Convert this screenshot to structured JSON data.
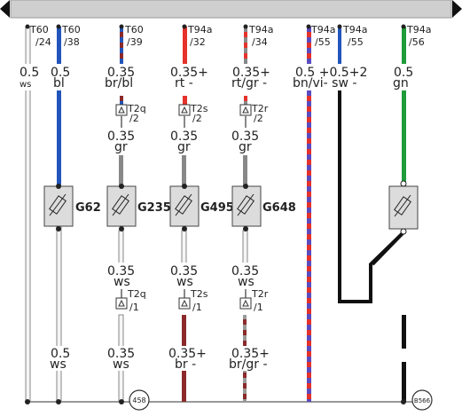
{
  "colors": {
    "ws": "#f2f2f2",
    "bl": "#2255bb",
    "br": "#8b2a2a",
    "rt": "#e5322a",
    "gr": "#888888",
    "gn": "#1f9b3a",
    "vi": "#5a4bbf",
    "sw": "#111111",
    "box": "#dcdcdc",
    "topbar": "#cfcfcf"
  },
  "top_connectors": [
    {
      "id": "c1",
      "pin": "T60",
      "sub": "/24"
    },
    {
      "id": "c2",
      "pin": "T60",
      "sub": "/38"
    },
    {
      "id": "c3",
      "pin": "T60",
      "sub": "/39"
    },
    {
      "id": "c4",
      "pin": "T94a",
      "sub": "/32"
    },
    {
      "id": "c5",
      "pin": "T94a",
      "sub": "/34"
    },
    {
      "id": "c6",
      "pin": "T94a",
      "sub": "/55"
    },
    {
      "id": "c7",
      "pin": "T94a",
      "sub": "/55"
    },
    {
      "id": "c8",
      "pin": "T94a",
      "sub": "/56"
    }
  ],
  "upper_wire_labels": [
    {
      "id": "w1",
      "size": "0.5",
      "color": "ws"
    },
    {
      "id": "w2",
      "size": "0.5",
      "color": "bl"
    },
    {
      "id": "w3",
      "size": "0.35",
      "color": "br/bl"
    },
    {
      "id": "w4",
      "size": "0.35+",
      "color": "rt  -"
    },
    {
      "id": "w5",
      "size": "0.35+",
      "color": "rt/gr -"
    },
    {
      "id": "w6",
      "size": "0.5 +0.5+2",
      "color": "bn/vi- sw  -"
    },
    {
      "id": "w8",
      "size": "0.5",
      "color": "gn"
    }
  ],
  "upper_plugs": [
    {
      "id": "p3",
      "name": "T2q",
      "pin": "/2"
    },
    {
      "id": "p4",
      "name": "T2s",
      "pin": "/2"
    },
    {
      "id": "p5",
      "name": "T2r",
      "pin": "/2"
    }
  ],
  "mid_wire_labels": [
    {
      "id": "m3",
      "size": "0.35",
      "color": "gr"
    },
    {
      "id": "m4",
      "size": "0.35",
      "color": "gr"
    },
    {
      "id": "m5",
      "size": "0.35",
      "color": "gr"
    }
  ],
  "components": [
    {
      "id": "g1",
      "name": "G62"
    },
    {
      "id": "g2",
      "name": "G235"
    },
    {
      "id": "g3",
      "name": "G495"
    },
    {
      "id": "g4",
      "name": "G648"
    },
    {
      "id": "g5",
      "name": ""
    }
  ],
  "lower_wire_labels": [
    {
      "id": "l3",
      "size": "0.35",
      "color": "ws"
    },
    {
      "id": "l4",
      "size": "0.35",
      "color": "ws"
    },
    {
      "id": "l5",
      "size": "0.35",
      "color": "ws"
    }
  ],
  "lower_plugs": [
    {
      "id": "q3",
      "name": "T2q",
      "pin": "/1"
    },
    {
      "id": "q4",
      "name": "T2s",
      "pin": "/1"
    },
    {
      "id": "q5",
      "name": "T2r",
      "pin": "/1"
    }
  ],
  "bottom_wire_labels": [
    {
      "id": "b2",
      "size": "0.5",
      "color": "ws"
    },
    {
      "id": "b3",
      "size": "0.35",
      "color": "ws"
    },
    {
      "id": "b4",
      "size": "0.35+",
      "color": "br  -"
    },
    {
      "id": "b5",
      "size": "0.35+",
      "color": "br/gr -"
    }
  ],
  "ground_refs": [
    {
      "id": "r1",
      "label": "458"
    },
    {
      "id": "r2",
      "label": "B566"
    }
  ]
}
